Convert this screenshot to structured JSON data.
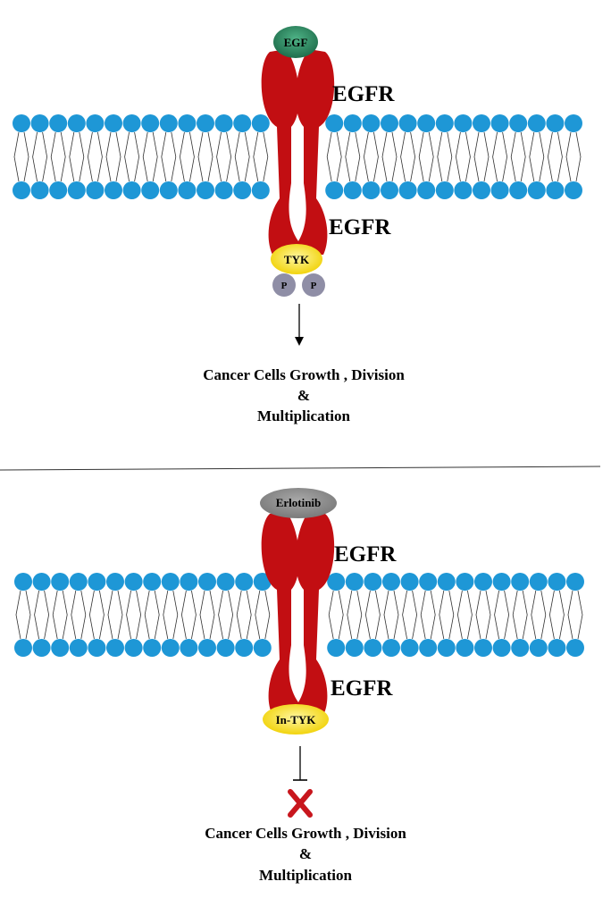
{
  "top_panel": {
    "ligand_label": "EGF",
    "receptor_label_upper": "EGFR",
    "receptor_label_lower": "EGFR",
    "kinase_label": "TYK",
    "phosphate_labels": [
      "P",
      "P"
    ],
    "outcome_line1": "Cancer Cells Growth , Division",
    "outcome_line2": "&",
    "outcome_line3": "Multiplication"
  },
  "bottom_panel": {
    "ligand_label": "Erlotinib",
    "receptor_label_upper": "EGFR",
    "receptor_label_lower": "EGFR",
    "kinase_label": "In-TYK",
    "inhibition_icon": "x-mark-icon",
    "outcome_line1": "Cancer Cells Growth , Division",
    "outcome_line2": "&",
    "outcome_line3": "Multiplication"
  },
  "colors": {
    "membrane_head": "#1e97d6",
    "receptor": "#c20e12",
    "egf": "#2e8b63",
    "erlotinib": "#8c8c8c",
    "kinase": "#f5d820",
    "phosphate": "#8f8ea6",
    "x_mark": "#c8161d"
  }
}
